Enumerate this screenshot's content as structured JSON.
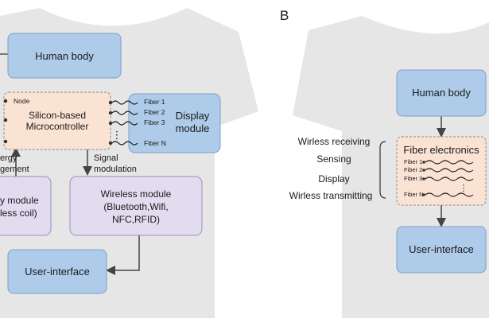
{
  "panel_a": {
    "human_body": "Human body",
    "mcu": {
      "node_label": "Node",
      "title_line1": "Silicon-based",
      "title_line2": "Microcontroller",
      "dots": "⋮"
    },
    "fibers": [
      "Fiber 1",
      "Fiber 2",
      "Fiber 3",
      "Fiber N"
    ],
    "display": {
      "line1": "Display",
      "line2": "module"
    },
    "energy": {
      "line1": "ergy",
      "line2": "gement"
    },
    "signal": {
      "line1": "Signal",
      "line2": "modulation"
    },
    "energy_module": {
      "line1": "y module",
      "line2": "less coil)"
    },
    "wireless": {
      "line1": "Wireless module",
      "line2": "(Bluetooth,Wifi,",
      "line3": "NFC,RFID)"
    },
    "user_interface": "User-interface"
  },
  "panel_b": {
    "label": "B",
    "human_body": "Human body",
    "functions": [
      "Wirless receiving",
      "Sensing",
      "Display",
      "Wirless transmitting"
    ],
    "fiber_electronics": {
      "title": "Fiber electronics",
      "fibers": [
        "Fiber 1",
        "Fiber 2",
        "Fiber 3",
        "Fiber N"
      ],
      "dots": "⋮"
    },
    "user_interface": "User-interface"
  },
  "colors": {
    "shirt": "#e6e6e6",
    "blue_box": "#aecbea",
    "box_border": "#7f9fc4",
    "mcu_fill": "#fbe3d4",
    "purple_box": "#e3dcf0"
  }
}
